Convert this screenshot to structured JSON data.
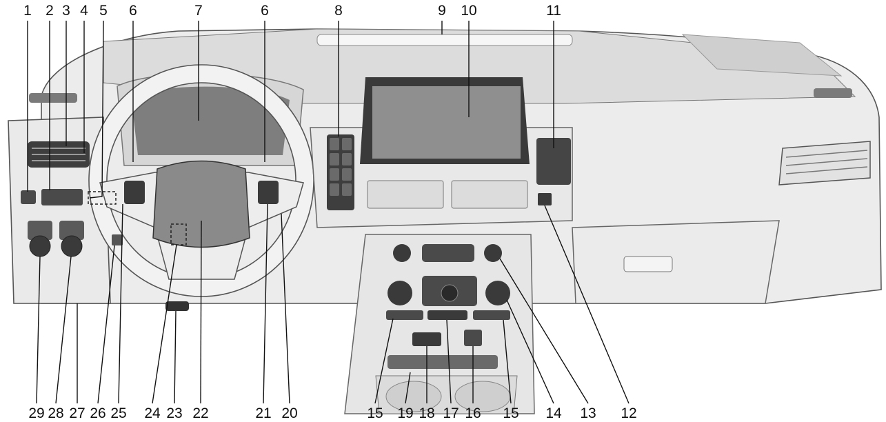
{
  "figure": {
    "subject": "vehicle-instrument-panel",
    "callouts_top": [
      "1",
      "2",
      "3",
      "4",
      "5",
      "6",
      "7",
      "6",
      "8",
      "9",
      "10",
      "11"
    ],
    "callouts_bottom": [
      "29",
      "28",
      "27",
      "26",
      "25",
      "24",
      "23",
      "22",
      "21",
      "20",
      "15",
      "19",
      "18",
      "17",
      "16",
      "15",
      "14",
      "13",
      "12"
    ]
  },
  "colors": {
    "panel_fill": "#eeeeee",
    "panel_dark": "#d2d2d2",
    "screen": "#8f8f8f",
    "control_dark": "#4a4a4a",
    "outline": "#555555",
    "leader": "#111111"
  }
}
